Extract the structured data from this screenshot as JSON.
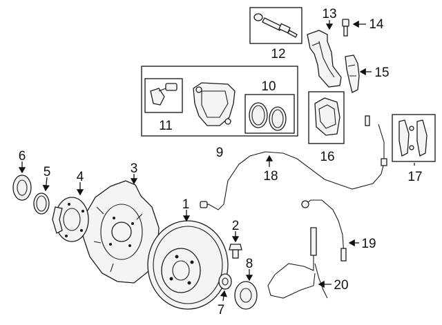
{
  "diagram": {
    "callouts": [
      {
        "id": "1",
        "text": "1"
      },
      {
        "id": "2",
        "text": "2"
      },
      {
        "id": "3",
        "text": "3"
      },
      {
        "id": "4",
        "text": "4"
      },
      {
        "id": "5",
        "text": "5"
      },
      {
        "id": "6",
        "text": "6"
      },
      {
        "id": "7",
        "text": "7"
      },
      {
        "id": "8",
        "text": "8"
      },
      {
        "id": "9",
        "text": "9"
      },
      {
        "id": "10",
        "text": "10"
      },
      {
        "id": "11",
        "text": "11"
      },
      {
        "id": "12",
        "text": "12"
      },
      {
        "id": "13",
        "text": "13"
      },
      {
        "id": "14",
        "text": "14"
      },
      {
        "id": "15",
        "text": "15"
      },
      {
        "id": "16",
        "text": "16"
      },
      {
        "id": "17",
        "text": "17"
      },
      {
        "id": "18",
        "text": "18"
      },
      {
        "id": "19",
        "text": "19"
      },
      {
        "id": "20",
        "text": "20"
      }
    ],
    "colors": {
      "line": "#1a1a1a",
      "fill": "#f4f4f4",
      "background": "#ffffff"
    }
  }
}
